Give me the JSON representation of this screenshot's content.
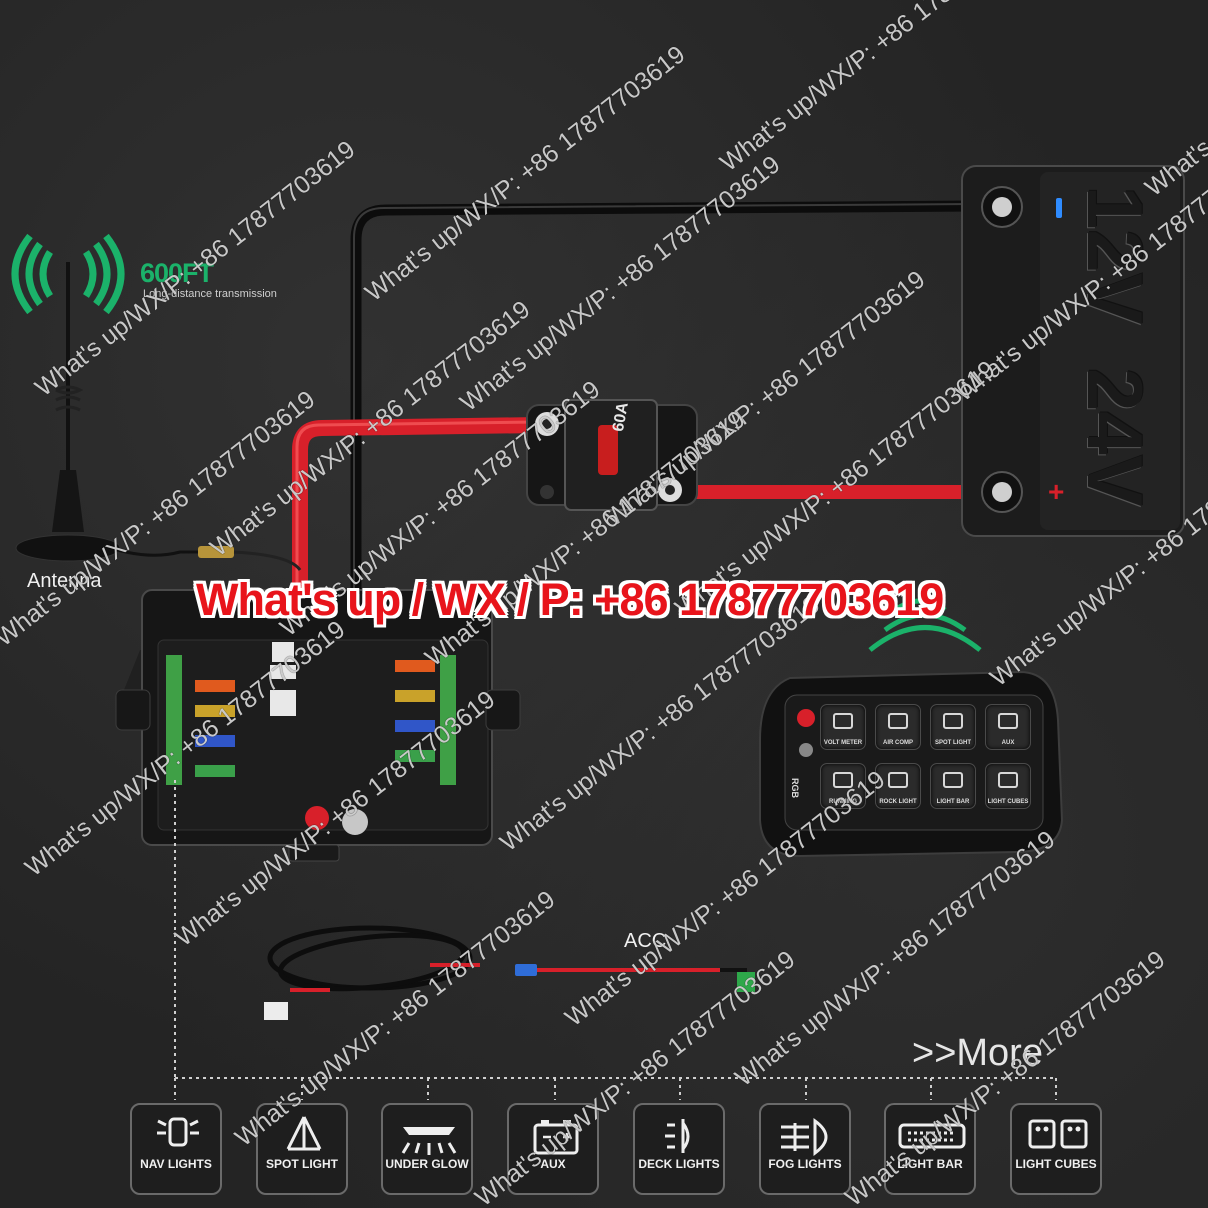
{
  "range": {
    "title": "600FT",
    "subtitle": "Long-distance transmission"
  },
  "antenna_label": "Antenna",
  "headline": "What's up / WX / P: +86 17877703619",
  "battery": {
    "voltage_left": "12V",
    "voltage_right": "24V",
    "positive": "+",
    "negative": "−"
  },
  "breaker": {
    "rating": "60A"
  },
  "acc_label": "ACC",
  "more_label": ">>More",
  "controller": {
    "side_labels": [
      "RGB"
    ],
    "switches": [
      "VOLT METER",
      "AIR COMP",
      "SPOT LIGHT",
      "AUX",
      "RUNNING",
      "ROCK LIGHT",
      "LIGHT BAR",
      "LIGHT CUBES"
    ]
  },
  "categories": [
    {
      "label": "NAV LIGHTS",
      "icon": "nav-light-icon"
    },
    {
      "label": "SPOT LIGHT",
      "icon": "spot-light-icon"
    },
    {
      "label": "UNDER GLOW",
      "icon": "under-glow-icon"
    },
    {
      "label": "AUX",
      "icon": "battery-icon"
    },
    {
      "label": "DECK LIGHTS",
      "icon": "deck-light-icon"
    },
    {
      "label": "FOG LIGHTS",
      "icon": "fog-light-icon"
    },
    {
      "label": "LIGHT BAR",
      "icon": "light-bar-icon"
    },
    {
      "label": "LIGHT CUBES",
      "icon": "light-cubes-icon"
    }
  ],
  "watermark": "What's up/WX/P: +86 17877703619",
  "colors": {
    "headline": "#e8141b",
    "range": "#1bb26a",
    "cable_positive": "#e02828",
    "cable_negative": "#111111"
  }
}
